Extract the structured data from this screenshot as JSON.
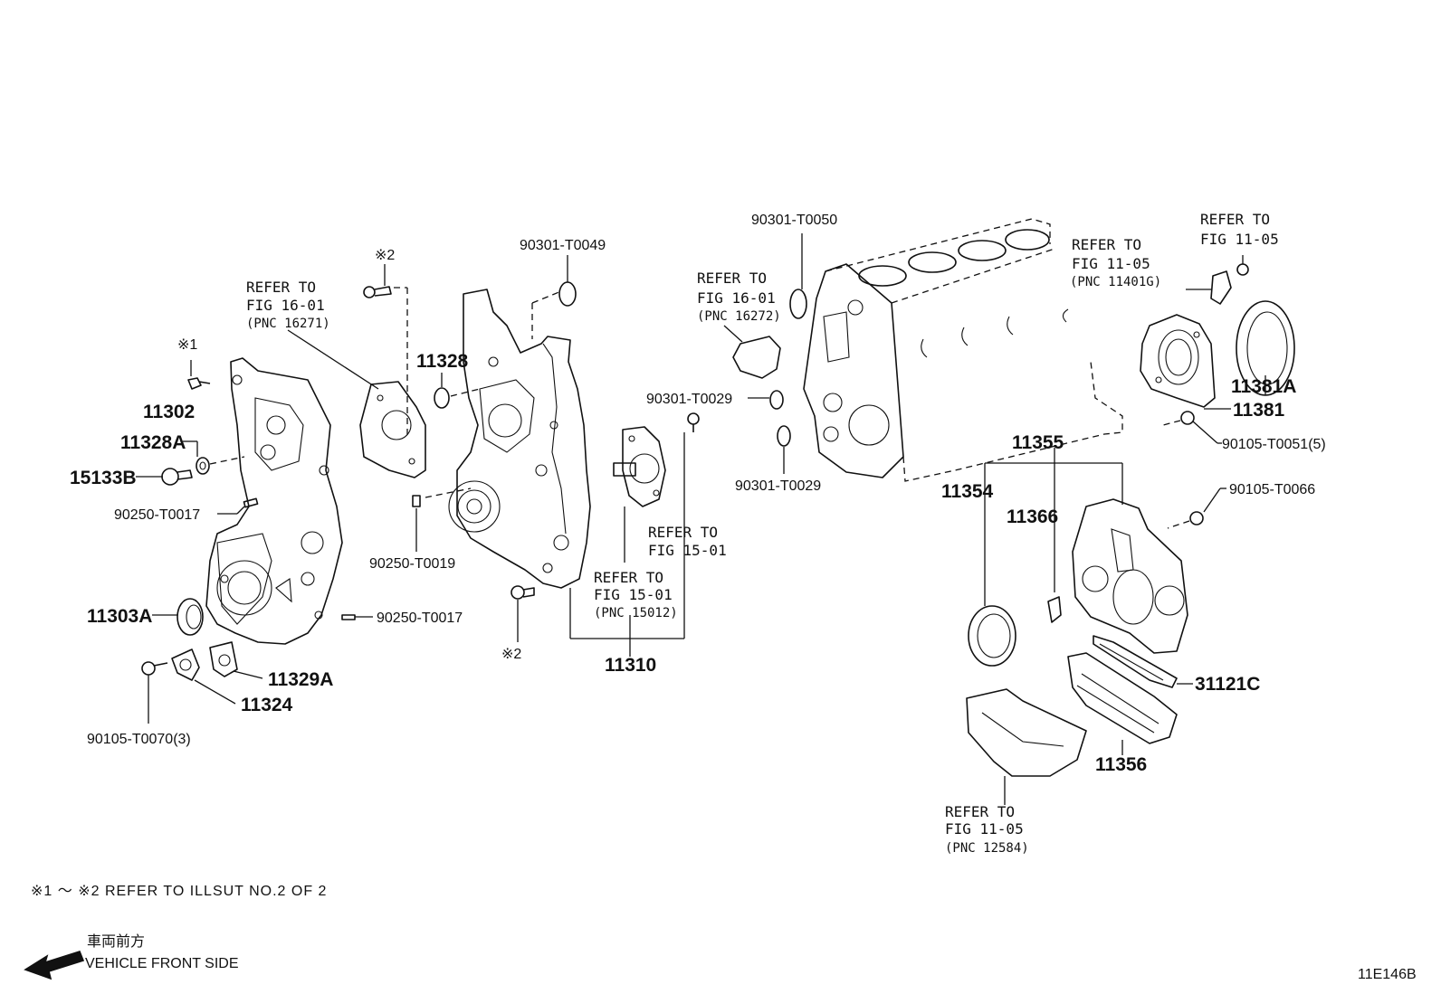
{
  "labels": {
    "p11302": "11302",
    "p11328A": "11328A",
    "p15133B": "15133B",
    "p90250_T0017a": "90250-T0017",
    "p11303A": "11303A",
    "p11329A": "11329A",
    "p11324": "11324",
    "p90105_T0070": "90105-T0070(3)",
    "mark1": "※1",
    "mark2_top": "※2",
    "mark2_bottom": "※2",
    "p11328": "11328",
    "p90250_T0019": "90250-T0019",
    "p90250_T0017b": "90250-T0017",
    "p90301_T0049": "90301-T0049",
    "p11310": "11310",
    "p90301_T0050": "90301-T0050",
    "p90301_T0029a": "90301-T0029",
    "p90301_T0029b": "90301-T0029",
    "p11355": "11355",
    "p11354": "11354",
    "p11366": "11366",
    "p11381A": "11381A",
    "p11381": "11381",
    "p90105_T0051": "90105-T0051(5)",
    "p90105_T0066": "90105-T0066",
    "p31121C": "31121C",
    "p11356": "11356"
  },
  "refs": {
    "fig16_01_a": {
      "line1": "REFER TO",
      "line2": "FIG 16-01",
      "pnc": "(PNC 16271)"
    },
    "fig16_01_b": {
      "line1": "REFER TO",
      "line2": "FIG 16-01",
      "pnc": "(PNC 16272)"
    },
    "fig15_01_a": {
      "line1": "REFER TO",
      "line2": "FIG 15-01"
    },
    "fig15_01_b": {
      "line1": "REFER TO",
      "line2": "FIG 15-01",
      "pnc": "(PNC 15012)"
    },
    "fig11_05_a": {
      "line1": "REFER TO",
      "line2": "FIG 11-05",
      "pnc": "(PNC 11401G)"
    },
    "fig11_05_b": {
      "line1": "REFER TO",
      "line2": "FIG 11-05"
    },
    "fig11_05_c": {
      "line1": "REFER TO",
      "line2": "FIG 11-05",
      "pnc": "(PNC 12584)"
    }
  },
  "footer": {
    "note": "※1 ～ ※2 REFER TO ILLSUT NO.2 OF 2",
    "direction_jp": "車両前方",
    "direction_en": "VEHICLE FRONT SIDE",
    "illustration_id": "11E146B"
  }
}
